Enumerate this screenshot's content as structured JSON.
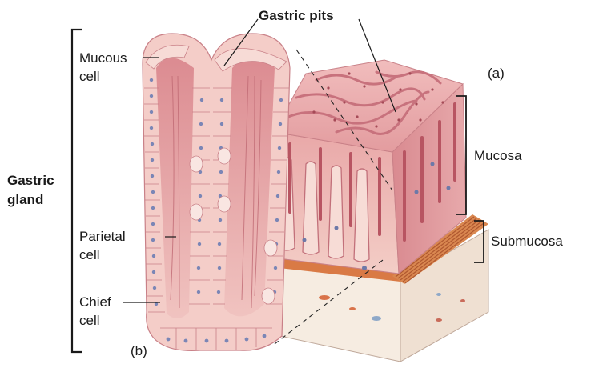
{
  "labels": {
    "gastric_pits": "Gastric pits",
    "panel_a": "(a)",
    "panel_b": "(b)",
    "mucous_cell_line1": "Mucous",
    "mucous_cell_line2": "cell",
    "gastric_gland_line1": "Gastric",
    "gastric_gland_line2": "gland",
    "parietal_cell_line1": "Parietal",
    "parietal_cell_line2": "cell",
    "chief_cell_line1": "Chief",
    "chief_cell_line2": "cell",
    "mucosa": "Mucosa",
    "submucosa": "Submucosa"
  },
  "colors": {
    "epithelium_light": "#f4cdc8",
    "tissue_pink": "#e9a3a3",
    "tissue_dark": "#c96b72",
    "nucleus": "#7b86b6",
    "muscle_orange": "#d97a45",
    "connective_cream": "#f6ece1",
    "line": "#1a1a1a"
  }
}
